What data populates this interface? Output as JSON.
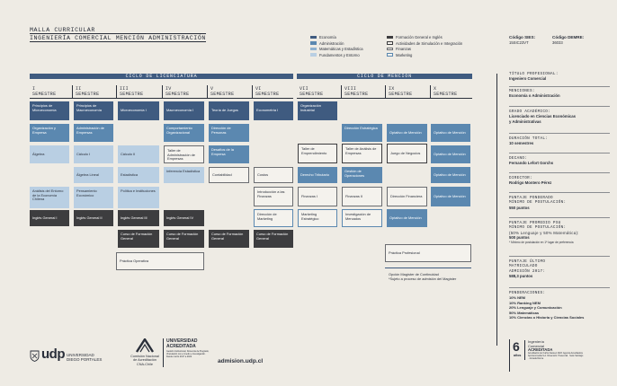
{
  "header": {
    "title_line1": "MALLA CURRICULAR",
    "title_line2": "INGENIERÍA COMERCIAL MENCIÓN ADMINISTRACIÓN",
    "legend": [
      {
        "label": "Economía",
        "color": "#3f5b80"
      },
      {
        "label": "Administración",
        "color": "#5b88b0"
      },
      {
        "label": "Matemáticas y Estadística",
        "color": "#8fb1cf"
      },
      {
        "label": "Fundamentos y Entorno",
        "color": "#b9cfe3"
      },
      {
        "label": "Formación General e Inglés",
        "color": "#3d3d3f"
      },
      {
        "label": "Actividades de Simulación e Integración",
        "color": "#f4f2ed"
      },
      {
        "label": "Finanzas",
        "color": "#f4f2ed"
      },
      {
        "label": "Marketing",
        "color": "#f4f2ed"
      }
    ],
    "codigo_sies_label": "Código SIES:",
    "codigo_sies_value": "15SIC23VT",
    "codigo_demre_label": "Código DEMRE:",
    "codigo_demre_value": "36033"
  },
  "bands": {
    "licenciatura": "CICLO DE LICENCIATURA",
    "mencion": "CICLO DE MENCIÓN"
  },
  "semesters": [
    {
      "num": "I",
      "label": "SEMESTRE"
    },
    {
      "num": "II",
      "label": "SEMESTRE"
    },
    {
      "num": "III",
      "label": "SEMESTRE"
    },
    {
      "num": "IV",
      "label": "SEMESTRE"
    },
    {
      "num": "V",
      "label": "SEMESTRE"
    },
    {
      "num": "VI",
      "label": "SEMESTRE"
    },
    {
      "num": "VII",
      "label": "SEMESTRE"
    },
    {
      "num": "VIII",
      "label": "SEMESTRE"
    },
    {
      "num": "IX",
      "label": "SEMESTRE"
    },
    {
      "num": "X",
      "label": "SEMESTRE"
    }
  ],
  "courses": {
    "c1": [
      "Principios de Microeconomía",
      "Organización y Empresa",
      "Álgebra",
      "Análisis del Entorno de la Economía Chilena",
      "Inglés General I"
    ],
    "c2": [
      "Principios de Macroeconomía",
      "Administración de Empresas",
      "Cálculo I",
      "Álgebra Lineal",
      "Pensamiento Económico",
      "Inglés General II"
    ],
    "c3": [
      "Microeconomía I",
      "Cálculo II",
      "Estadística",
      "Política e Instituciones",
      "Inglés General III",
      "Curso de Formación General",
      "Práctica Operativa"
    ],
    "c4": [
      "Macroeconomía I",
      "Comportamiento Organizacional",
      "Taller de Administración de Empresas",
      "Inferencia Estadística",
      "Inglés General IV",
      "Curso de Formación General"
    ],
    "c5": [
      "Teoría de Juegos",
      "Dirección de Personas",
      "Desafíos de la Empresa",
      "Contabilidad",
      "Curso de Formación General"
    ],
    "c6": [
      "Econometría I",
      "Costos",
      "Introducción a las Finanzas",
      "Dirección de Marketing",
      "Curso de Formación General"
    ],
    "c7": [
      "Organización Industrial",
      "Taller de Emprendimiento",
      "Derecho Tributario",
      "Finanzas I",
      "Marketing Estratégico"
    ],
    "c8": [
      "Dirección Estratégica",
      "Taller de Análisis de Empresas",
      "Gestión de Operaciones",
      "Finanzas II",
      "Investigación de Mercados"
    ],
    "c9": [
      "Optativo de Mención",
      "Juego de Negocios",
      "Dirección Financiera",
      "Optativo de Mención",
      "Práctica Profesional"
    ],
    "c10": [
      "Optativo de Mención",
      "Optativo de Mención",
      "Optativo de Mención",
      "Optativo de Mención"
    ]
  },
  "notes": {
    "magister_1": "Opción Magíster de Continuidad",
    "magister_2": "*Sujeto a proceso de admisión del Magíster"
  },
  "right_panel": {
    "titulo_label": "TÍTULO PROFESIONAL:",
    "titulo_value": "Ingeniero Comercial",
    "menciones_label": "MENCIONES:",
    "menciones_value": "Economía o Administración",
    "grado_label": "GRADO ACADÉMICO:",
    "grado_value_1": "Licenciado en Ciencias Económicas",
    "grado_value_2": "y Administrativas",
    "duracion_label": "DURACIÓN TOTAL:",
    "duracion_value": "10 semestres",
    "decano_label": "DECANO:",
    "decano_value": "Fernando Lefort Gorchs",
    "director_label": "DIRECTOR:",
    "director_value": "Rodrigo Montero Pérez",
    "ponderado_label_1": "PUNTAJE PONDERADO",
    "ponderado_label_2": "MÍNIMO DE POSTULACIÓN:",
    "ponderado_value": "550 puntos",
    "psu_label_1": "PUNTAJE PROMEDIO PSU",
    "psu_label_2": "MÍNIMO DE POSTULACIÓN:",
    "psu_label_3": "(50% Lenguaje y 50% Matemática):",
    "psu_value": "500 puntos",
    "psu_note": "* Mínimo de postulación en 1ª lugar de preferencia",
    "ultimo_label_1": "PUNTAJE ÚLTIMO",
    "ultimo_label_2": "MATRICULADO",
    "ultimo_label_3": "ADMISIÓN 2017:",
    "ultimo_value": "588,3 puntos",
    "pond_label": "PONDERACIONES:",
    "pond_values": [
      "10% NEM",
      "10% Ranking NEM",
      "20% Lenguaje y Comunicación",
      "50% Matemáticas",
      "10% Ciencias o Historia y Ciencias Sociales"
    ],
    "acred_years": "6",
    "acred_years_unit": "años",
    "acred_text_1": "Ingeniería",
    "acred_text_2": "Comercial",
    "acred_text_3": "ACREDITADA",
    "acred_fine": "Acreditación de 6 años hasta el 2023. Agencia Acreditadora Aporta Acredita S.A. Dimensión: Presencial · Sede Santiago · Jornada Diurna"
  },
  "footer": {
    "udp_logo": "udp",
    "udp_name_1": "UNIVERSIDAD",
    "udp_name_2": "DIEGO PORTALES",
    "cna_1": "Comisión Nacional",
    "cna_2": "de Acreditación",
    "cna_3": "CNA-Chile",
    "uni_acred_1": "UNIVERSIDAD",
    "uni_acred_2": "ACREDITADA",
    "uni_acred_fine": "Gestión Institucional, Docencia de Pregrado, Vinculación con el medio e Investigación. Desde marzo 2017 a 2022",
    "website": "admision.udp.cl"
  }
}
